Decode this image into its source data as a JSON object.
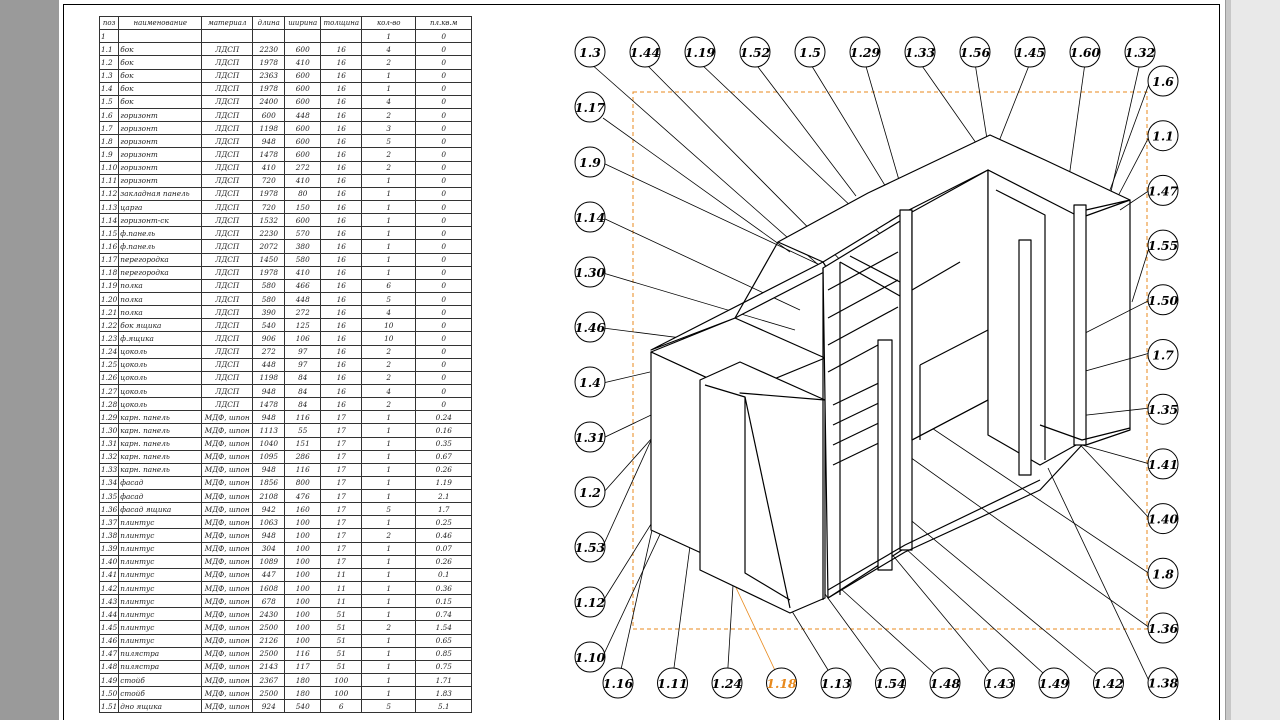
{
  "spec_table": {
    "headers": [
      "поз",
      "наименование",
      "материал",
      "длина",
      "ширина",
      "толщина",
      "кол-во",
      "пл.кв.м"
    ],
    "rows": [
      [
        "1",
        "",
        "",
        "",
        "",
        "",
        "1",
        "0"
      ],
      [
        "1.1",
        "бок",
        "ЛДСП",
        "2230",
        "600",
        "16",
        "4",
        "0"
      ],
      [
        "1.2",
        "бок",
        "ЛДСП",
        "1978",
        "410",
        "16",
        "2",
        "0"
      ],
      [
        "1.3",
        "бок",
        "ЛДСП",
        "2363",
        "600",
        "16",
        "1",
        "0"
      ],
      [
        "1.4",
        "бок",
        "ЛДСП",
        "1978",
        "600",
        "16",
        "1",
        "0"
      ],
      [
        "1.5",
        "бок",
        "ЛДСП",
        "2400",
        "600",
        "16",
        "4",
        "0"
      ],
      [
        "1.6",
        "горизонт",
        "ЛДСП",
        "600",
        "448",
        "16",
        "2",
        "0"
      ],
      [
        "1.7",
        "горизонт",
        "ЛДСП",
        "1198",
        "600",
        "16",
        "3",
        "0"
      ],
      [
        "1.8",
        "горизонт",
        "ЛДСП",
        "948",
        "600",
        "16",
        "5",
        "0"
      ],
      [
        "1.9",
        "горизонт",
        "ЛДСП",
        "1478",
        "600",
        "16",
        "2",
        "0"
      ],
      [
        "1.10",
        "горизонт",
        "ЛДСП",
        "410",
        "272",
        "16",
        "2",
        "0"
      ],
      [
        "1.11",
        "горизонт",
        "ЛДСП",
        "720",
        "410",
        "16",
        "1",
        "0"
      ],
      [
        "1.12",
        "закладная панель",
        "ЛДСП",
        "1978",
        "80",
        "16",
        "1",
        "0"
      ],
      [
        "1.13",
        "царга",
        "ЛДСП",
        "720",
        "150",
        "16",
        "1",
        "0"
      ],
      [
        "1.14",
        "горизонт-ск",
        "ЛДСП",
        "1532",
        "600",
        "16",
        "1",
        "0"
      ],
      [
        "1.15",
        "ф.панель",
        "ЛДСП",
        "2230",
        "570",
        "16",
        "1",
        "0"
      ],
      [
        "1.16",
        "ф.панель",
        "ЛДСП",
        "2072",
        "380",
        "16",
        "1",
        "0"
      ],
      [
        "1.17",
        "перегородка",
        "ЛДСП",
        "1450",
        "580",
        "16",
        "1",
        "0"
      ],
      [
        "1.18",
        "перегородка",
        "ЛДСП",
        "1978",
        "410",
        "16",
        "1",
        "0"
      ],
      [
        "1.19",
        "полка",
        "ЛДСП",
        "580",
        "466",
        "16",
        "6",
        "0"
      ],
      [
        "1.20",
        "полка",
        "ЛДСП",
        "580",
        "448",
        "16",
        "5",
        "0"
      ],
      [
        "1.21",
        "полка",
        "ЛДСП",
        "390",
        "272",
        "16",
        "4",
        "0"
      ],
      [
        "1.22",
        "бок ящика",
        "ЛДСП",
        "540",
        "125",
        "16",
        "10",
        "0"
      ],
      [
        "1.23",
        "ф.ящика",
        "ЛДСП",
        "906",
        "106",
        "16",
        "10",
        "0"
      ],
      [
        "1.24",
        "цоколь",
        "ЛДСП",
        "272",
        "97",
        "16",
        "2",
        "0"
      ],
      [
        "1.25",
        "цоколь",
        "ЛДСП",
        "448",
        "97",
        "16",
        "2",
        "0"
      ],
      [
        "1.26",
        "цоколь",
        "ЛДСП",
        "1198",
        "84",
        "16",
        "2",
        "0"
      ],
      [
        "1.27",
        "цоколь",
        "ЛДСП",
        "948",
        "84",
        "16",
        "4",
        "0"
      ],
      [
        "1.28",
        "цоколь",
        "ЛДСП",
        "1478",
        "84",
        "16",
        "2",
        "0"
      ],
      [
        "1.29",
        "карн. панель",
        "МДФ, шпон",
        "948",
        "116",
        "17",
        "1",
        "0.24"
      ],
      [
        "1.30",
        "карн. панель",
        "МДФ, шпон",
        "1113",
        "55",
        "17",
        "1",
        "0.16"
      ],
      [
        "1.31",
        "карн. панель",
        "МДФ, шпон",
        "1040",
        "151",
        "17",
        "1",
        "0.35"
      ],
      [
        "1.32",
        "карн. панель",
        "МДФ, шпон",
        "1095",
        "286",
        "17",
        "1",
        "0.67"
      ],
      [
        "1.33",
        "карн. панель",
        "МДФ, шпон",
        "948",
        "116",
        "17",
        "1",
        "0.26"
      ],
      [
        "1.34",
        "фасад",
        "МДФ, шпон",
        "1856",
        "800",
        "17",
        "1",
        "1.19"
      ],
      [
        "1.35",
        "фасад",
        "МДФ, шпон",
        "2108",
        "476",
        "17",
        "1",
        "2.1"
      ],
      [
        "1.36",
        "фасад ящика",
        "МДФ, шпон",
        "942",
        "160",
        "17",
        "5",
        "1.7"
      ],
      [
        "1.37",
        "плинтус",
        "МДФ, шпон",
        "1063",
        "100",
        "17",
        "1",
        "0.25"
      ],
      [
        "1.38",
        "плинтус",
        "МДФ, шпон",
        "948",
        "100",
        "17",
        "2",
        "0.46"
      ],
      [
        "1.39",
        "плинтус",
        "МДФ, шпон",
        "304",
        "100",
        "17",
        "1",
        "0.07"
      ],
      [
        "1.40",
        "плинтус",
        "МДФ, шпон",
        "1089",
        "100",
        "17",
        "1",
        "0.26"
      ],
      [
        "1.41",
        "плинтус",
        "МДФ, шпон",
        "447",
        "100",
        "11",
        "1",
        "0.1"
      ],
      [
        "1.42",
        "плинтус",
        "МДФ, шпон",
        "1608",
        "100",
        "11",
        "1",
        "0.36"
      ],
      [
        "1.43",
        "плинтус",
        "МДФ, шпон",
        "678",
        "100",
        "11",
        "1",
        "0.15"
      ],
      [
        "1.44",
        "плинтус",
        "МДФ, шпон",
        "2430",
        "100",
        "51",
        "1",
        "0.74"
      ],
      [
        "1.45",
        "плинтус",
        "МДФ, шпон",
        "2500",
        "100",
        "51",
        "2",
        "1.54"
      ],
      [
        "1.46",
        "плинтус",
        "МДФ, шпон",
        "2126",
        "100",
        "51",
        "1",
        "0.65"
      ],
      [
        "1.47",
        "пилястра",
        "МДФ, шпон",
        "2500",
        "116",
        "51",
        "1",
        "0.85"
      ],
      [
        "1.48",
        "пилястра",
        "МДФ, шпон",
        "2143",
        "117",
        "51",
        "1",
        "0.75"
      ],
      [
        "1.49",
        "стойб",
        "МДФ, шпон",
        "2367",
        "180",
        "100",
        "1",
        "1.71"
      ],
      [
        "1.50",
        "стойб",
        "МДФ, шпон",
        "2500",
        "180",
        "100",
        "1",
        "1.83"
      ],
      [
        "1.51",
        "дно ящика",
        "МДФ, шпон",
        "924",
        "540",
        "6",
        "5",
        "5.1"
      ]
    ]
  },
  "callouts": {
    "top": [
      "1.3",
      "1.44",
      "1.19",
      "1.52",
      "1.5",
      "1.29",
      "1.33",
      "1.56",
      "1.45",
      "1.60",
      "1.32"
    ],
    "left": [
      "1.17",
      "1.9",
      "1.14",
      "1.30",
      "1.46",
      "1.4",
      "1.31",
      "1.2",
      "1.53",
      "1.12",
      "1.10"
    ],
    "right": [
      "1.6",
      "1.1",
      "1.47",
      "1.55",
      "1.50",
      "1.7",
      "1.35",
      "1.41",
      "1.40",
      "1.8",
      "1.36",
      "1.38"
    ],
    "bottom": [
      "1.16",
      "1.11",
      "1.24",
      "1.18",
      "1.13",
      "1.54",
      "1.48",
      "1.43",
      "1.49",
      "1.42"
    ],
    "selected": "1.18"
  },
  "colors": {
    "selection": "#e8891c",
    "line": "#000000",
    "paper": "#ffffff",
    "background": "#9a9a9a"
  }
}
